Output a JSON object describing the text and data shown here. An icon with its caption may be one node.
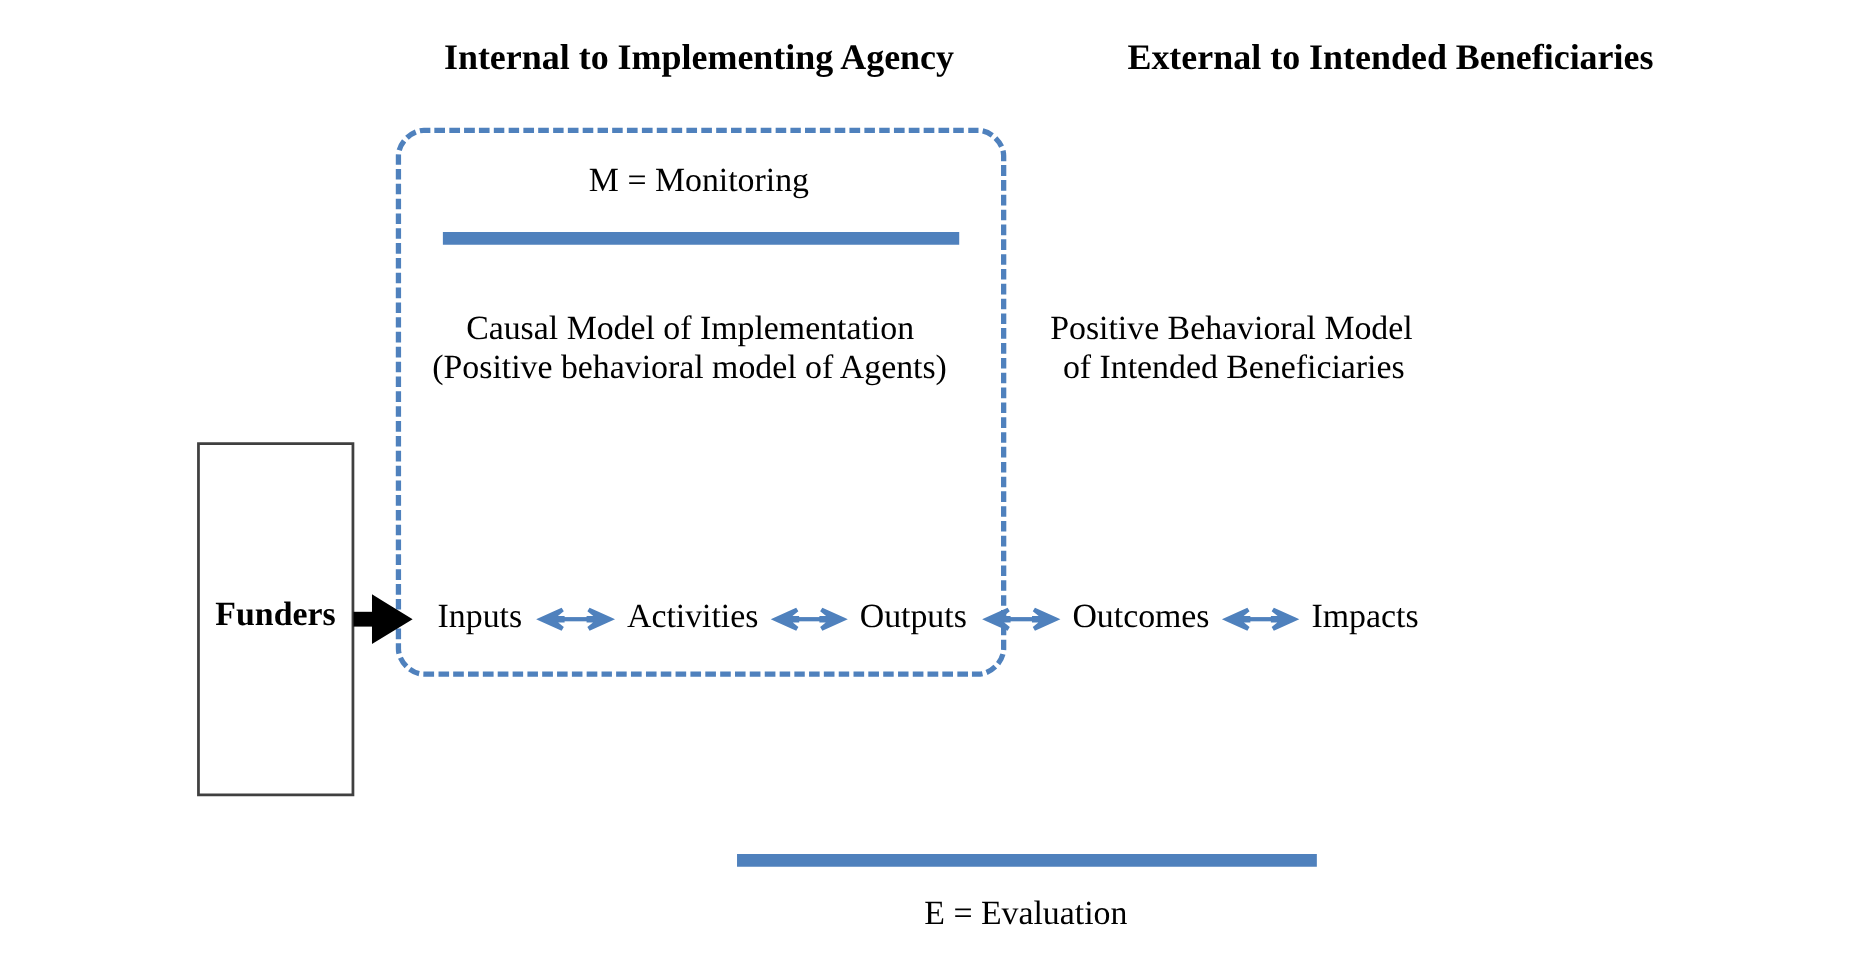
{
  "diagram": {
    "nodes": [
      {
        "text": [
          "Funders"
        ]
      },
      {
        "text": [],
        "shape": "box"
      },
      {
        "text": [
          "Inputs"
        ],
        "in": 1
      },
      {
        "text": [
          "Activities"
        ],
        "in": 1
      },
      {
        "text": [
          "Outputs"
        ],
        "in": 1
      },
      {
        "text": [
          "Outcomes"
        ]
      },
      {
        "text": [
          "Impacts"
        ]
      }
    ],
    "edges": [
      {
        "from": 0,
        "to": 1,
        "arrow": "to",
        "style": "thick",
        "color": "#000000"
      },
      {
        "from": 2,
        "to": 3,
        "arrow": "both"
      },
      {
        "from": 3,
        "to": 4,
        "arrow": "both"
      },
      {
        "from": 4,
        "to": 5,
        "arrow": "both"
      },
      {
        "from": 5,
        "to": 6,
        "arrow": "both"
      }
    ],
    "labels": [
      "Internal to Implementing Agency",
      "External to Intended Beneficiaries",
      "M = Monitoring",
      "Causal Model of Implementation (Positive behavioral model of Agents)",
      "Positive Behavioral Model of Intended Beneficiaries",
      "E = Evaluation"
    ]
  }
}
